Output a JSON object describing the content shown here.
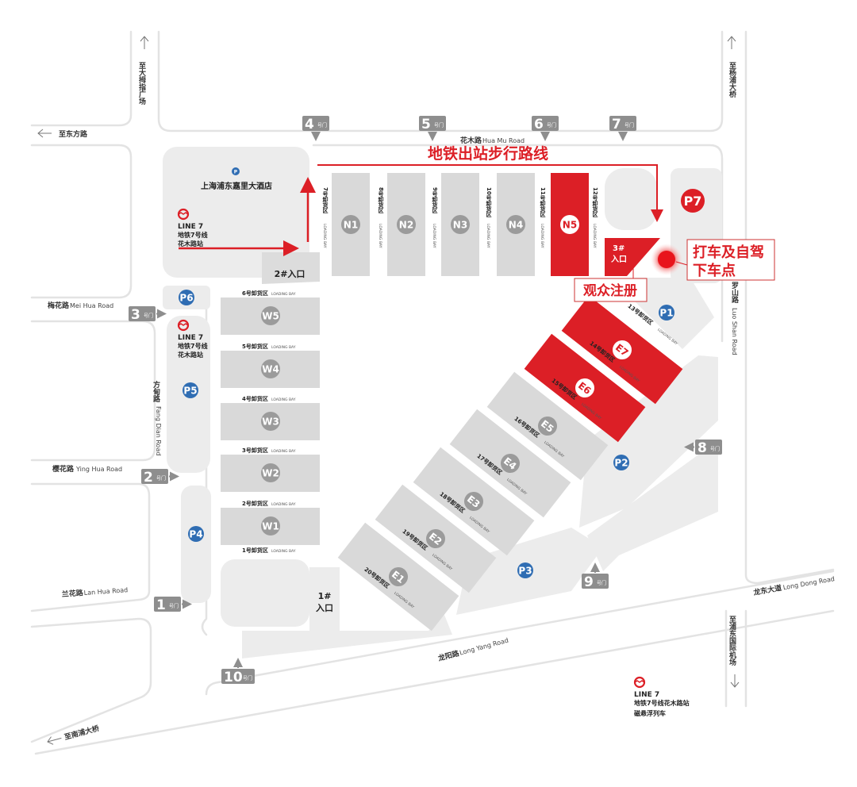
{
  "colors": {
    "accent": "#dc1f26",
    "parking": "#2f6db3",
    "gate": "#8e8e8e",
    "hall": "#d9d9d9",
    "hall_label": "#9b9b9b"
  },
  "route": {
    "title": "地铁出站步行路线"
  },
  "directions": [
    {
      "text": "至大拇指广场"
    },
    {
      "text": "至杨浦大桥"
    },
    {
      "text": "至东方路"
    },
    {
      "text": "至浦东国际机场"
    },
    {
      "text": "至南浦大桥"
    }
  ],
  "roads": {
    "hua_mu": {
      "cn": "花木路",
      "en": "Hua Mu Road"
    },
    "mei_hua": {
      "cn": "梅花路",
      "en": "Mei Hua Road"
    },
    "ying_hua": {
      "cn": "樱花路",
      "en": "Ying Hua Road"
    },
    "lan_hua": {
      "cn": "兰花路",
      "en": "Lan Hua Road"
    },
    "fang_dian": {
      "cn": "方甸路",
      "en": "Fang Dian Road"
    },
    "luo_shan": {
      "cn": "罗山路",
      "en": "Luo Shan Road"
    },
    "long_yang": {
      "cn": "龙阳路",
      "en": "Long Yang Road"
    },
    "long_dong": {
      "cn": "龙东大道",
      "en": "Long Dong Road"
    }
  },
  "hotel": {
    "name": "上海浦东嘉里大酒店",
    "parking": "P"
  },
  "metro": [
    {
      "line": "LINE 7",
      "l1": "地铁7号线",
      "l2": "花木路站"
    },
    {
      "line": "LINE 7",
      "l1": "地铁7号线",
      "l2": "花木路站"
    },
    {
      "line": "LINE 7",
      "l1": "地铁7号线花木路站",
      "l2": "磁悬浮列车"
    }
  ],
  "gates": [
    {
      "number": "4",
      "suffix": "号门"
    },
    {
      "number": "5",
      "suffix": "号门"
    },
    {
      "number": "6",
      "suffix": "号门"
    },
    {
      "number": "7",
      "suffix": "号门"
    },
    {
      "number": "3",
      "suffix": "号门"
    },
    {
      "number": "2",
      "suffix": "号门"
    },
    {
      "number": "1",
      "suffix": "号门"
    },
    {
      "number": "10",
      "suffix": "号门"
    },
    {
      "number": "9",
      "suffix": "号门"
    },
    {
      "number": "8",
      "suffix": "号门"
    }
  ],
  "parking": [
    {
      "label": "P6"
    },
    {
      "label": "P5"
    },
    {
      "label": "P4"
    },
    {
      "label": "P1"
    },
    {
      "label": "P2"
    },
    {
      "label": "P3"
    },
    {
      "label": "P7",
      "highlight": true
    }
  ],
  "halls": {
    "north": [
      {
        "label": "N1"
      },
      {
        "label": "N2"
      },
      {
        "label": "N3"
      },
      {
        "label": "N4"
      },
      {
        "label": "N5",
        "highlight": true
      }
    ],
    "west": [
      {
        "label": "W5"
      },
      {
        "label": "W4"
      },
      {
        "label": "W3"
      },
      {
        "label": "W2"
      },
      {
        "label": "W1"
      }
    ],
    "east": [
      {
        "label": "E7",
        "highlight": true
      },
      {
        "label": "E6",
        "highlight": true
      },
      {
        "label": "E5"
      },
      {
        "label": "E4"
      },
      {
        "label": "E3"
      },
      {
        "label": "E2"
      },
      {
        "label": "E1"
      }
    ]
  },
  "loading_bay_en": "LOADING BAY",
  "loading_bays": {
    "north": [
      "7号卸货区",
      "8号卸货区",
      "9号卸货区",
      "10号卸货区",
      "11号卸货区",
      "12号卸货区"
    ],
    "west": [
      "6号卸货区",
      "5号卸货区",
      "4号卸货区",
      "3号卸货区",
      "2号卸货区",
      "1号卸货区"
    ],
    "east": [
      "13号卸货区",
      "14号卸货区",
      "15号卸货区",
      "16号卸货区",
      "17号卸货区",
      "18号卸货区",
      "19号卸货区",
      "20号卸货区"
    ]
  },
  "entrances": {
    "e1_a": "1#",
    "e1_b": "入口",
    "e2": "2#入口",
    "e3_a": "3#",
    "e3_b": "入口"
  },
  "callouts": {
    "registration": "观众注册",
    "dropoff_a": "打车及自驾",
    "dropoff_b": "下车点"
  }
}
